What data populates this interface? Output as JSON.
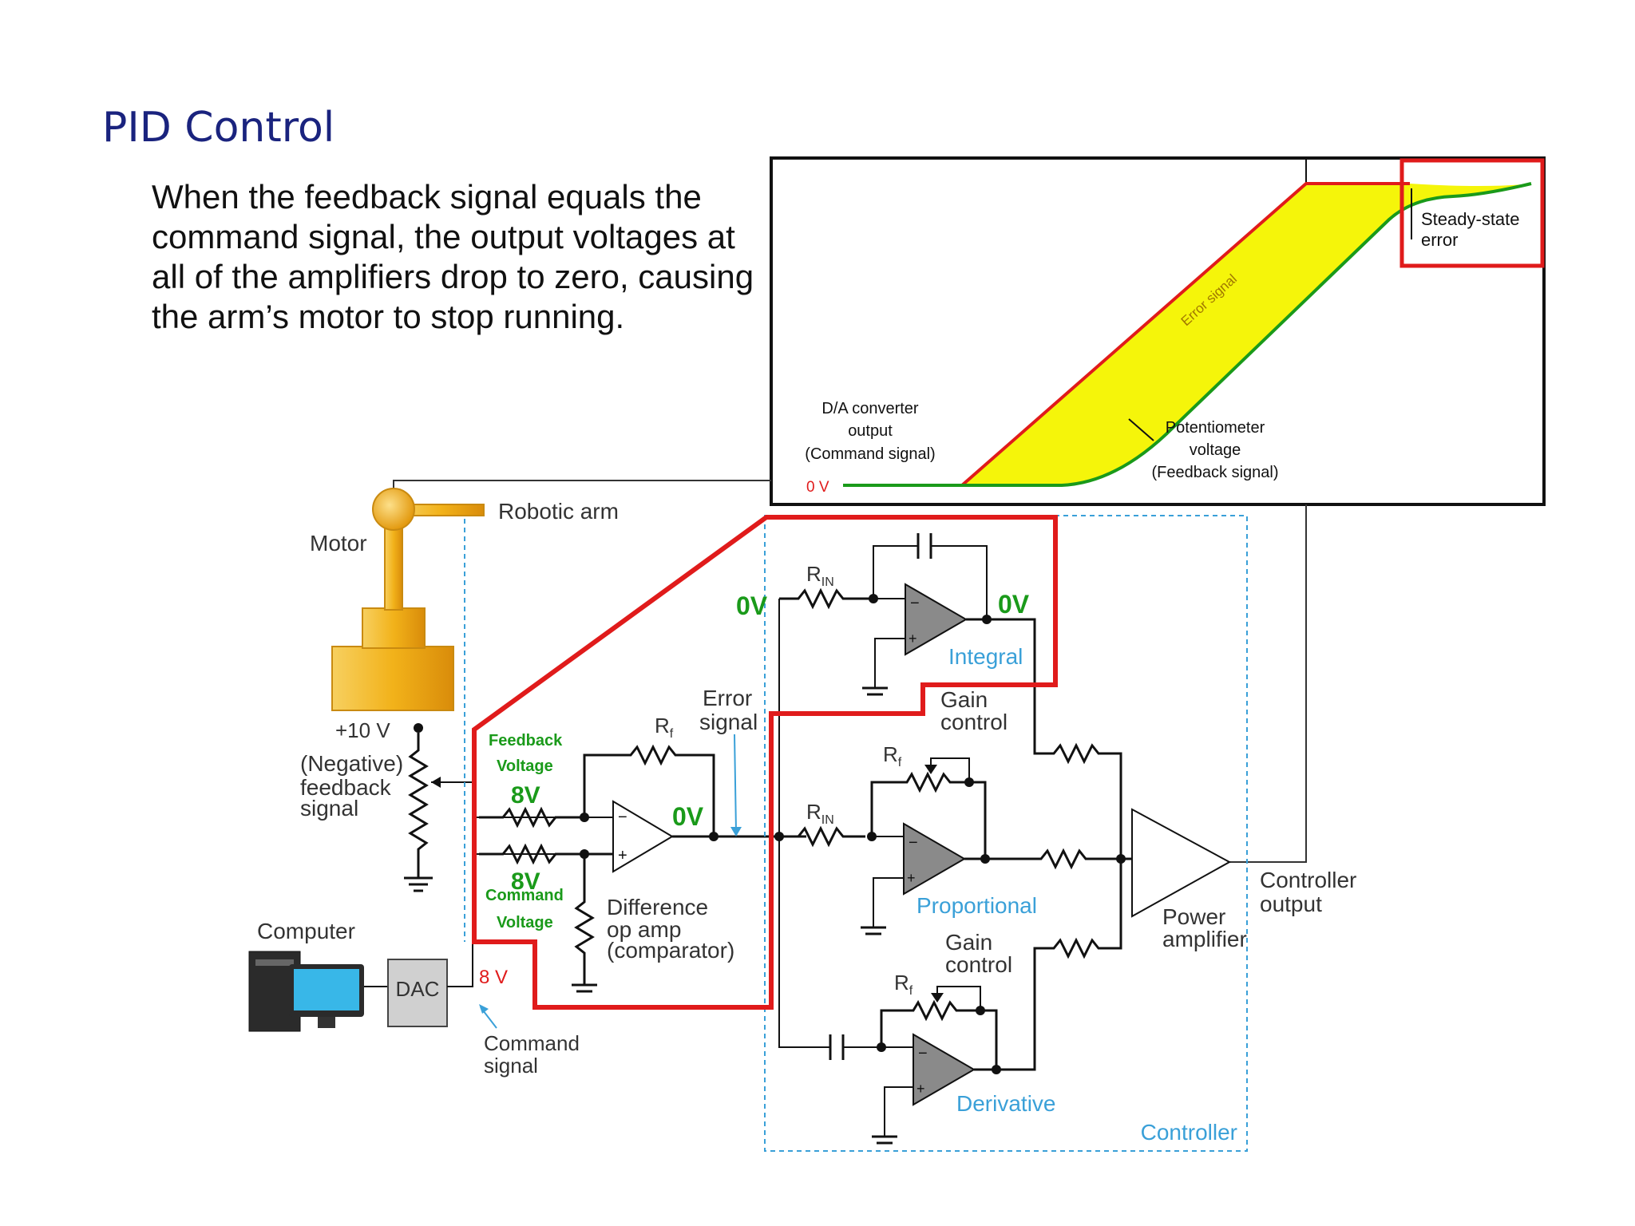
{
  "slide": {
    "title": "PID Control",
    "body": "When the feedback signal equals the command signal, the output voltages at all of the amplifiers drop to zero, causing the arm’s motor to stop running."
  },
  "graph": {
    "zero_label": "0 V",
    "command_label": [
      "D/A converter",
      "output",
      "(Command signal)"
    ],
    "feedback_label": [
      "Potentiometer",
      "voltage",
      "(Feedback signal)"
    ],
    "error_label": "Error signal",
    "steady_state_label": [
      "Steady-state",
      "error"
    ]
  },
  "circuit": {
    "robotic_arm": "Robotic arm",
    "motor": "Motor",
    "plus10v": "+10 V",
    "neg_feedback": [
      "(Negative)",
      "feedback",
      "signal"
    ],
    "computer": "Computer",
    "dac": "DAC",
    "v8_red": "8 V",
    "command_signal": [
      "Command",
      "signal"
    ],
    "feedback_voltage": [
      "Feedback",
      "Voltage"
    ],
    "feedback_value": "8V",
    "command_value": "8V",
    "command_voltage": [
      "Command",
      "Voltage"
    ],
    "diff_out": "0V",
    "rf": "R",
    "rf_sub": "f",
    "rin": "R",
    "rin_sub": "IN",
    "error_signal": [
      "Error",
      "signal"
    ],
    "difference": [
      "Difference",
      "op amp",
      "(comparator)"
    ],
    "zero_left": "0V",
    "zero_right": "0V",
    "integral": "Integral",
    "proportional": "Proportional",
    "derivative": "Derivative",
    "gain_control": [
      "Gain",
      "control"
    ],
    "power_amp": [
      "Power",
      "amplifier"
    ],
    "controller_output": [
      "Controller",
      "output"
    ],
    "controller": "Controller"
  },
  "colors": {
    "title": "#1a237e",
    "highlight": "#e01b1b",
    "green": "#1a9a1a",
    "blue": "#3aa0d8",
    "error_fill": "#f5f50a",
    "opamp_gray": "#8a8a8a",
    "arm_gold": "#f2b21a"
  }
}
